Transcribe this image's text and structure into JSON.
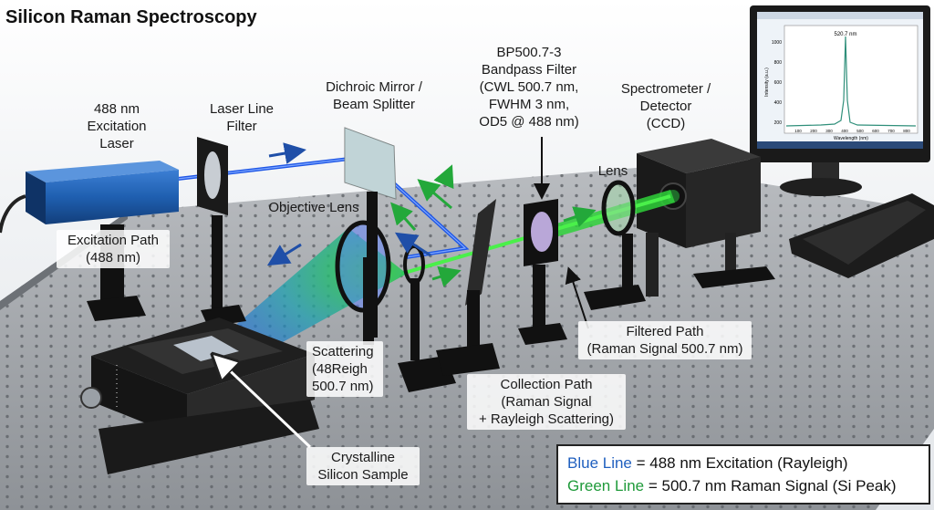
{
  "title": "Silicon Raman Spectroscopy",
  "labels": {
    "laser": "488 nm\nExcitation\nLaser",
    "line_filter": "Laser Line\nFilter",
    "dichroic": "Dichroic Mirror /\nBeam Splitter",
    "bandpass": "BP500.7-3\nBandpass Filter\n(CWL 500.7 nm,\nFWHM 3 nm,\nOD5 @ 488 nm)",
    "spectrometer": "Spectrometer /\nDetector\n(CCD)",
    "lens": "Lens",
    "objective": "Objective Lens",
    "excitation_path": "Excitation Path\n(488 nm)",
    "scattering": "Scattering\n(48Reigh\n500.7 nm)",
    "filtered_path": "Filtered Path\n(Raman Signal 500.7 nm)",
    "collection_path": "Collection Path\n(Raman Signal\n+ Rayleigh Scattering)",
    "sample": "Crystalline\nSilicon Sample"
  },
  "legend": {
    "blue_key": "Blue Line",
    "blue_text": " = 488 nm Excitation (Rayleigh)",
    "green_key": "Green Line",
    "green_text": " = 500.7 nm Raman Signal (Si Peak)"
  },
  "monitor": {
    "peak_label": "520.7 nm",
    "x_label": "Wavelength (nm)",
    "y_label": "Intensity (a.u.)",
    "y_ticks": [
      "1000",
      "800",
      "600",
      "400",
      "200"
    ],
    "x_ticks": [
      "100",
      "200",
      "300",
      "400",
      "500",
      "600",
      "700",
      "800"
    ]
  },
  "colors": {
    "blue_beam": "#1e56e6",
    "green_beam": "#2fd13a",
    "laser_body": "#1f5fb0"
  }
}
